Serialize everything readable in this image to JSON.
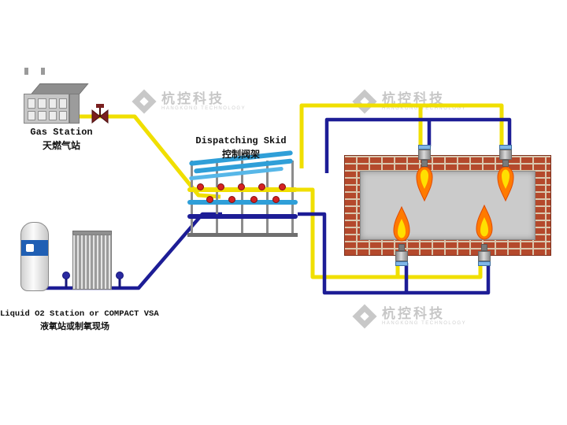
{
  "diagram": {
    "gas_station": {
      "label_en": "Gas Station",
      "label_zh": "天燃气站"
    },
    "dispatching_skid": {
      "label_en": "Dispatching Skid",
      "label_zh": "控制阀架"
    },
    "o2_station": {
      "label_en": "Liquid O2 Station or COMPACT VSA",
      "label_zh": "液氧站或制氧现场"
    },
    "watermark": {
      "brand_zh": "杭控科技",
      "brand_en": "HANGKONG TECHNOLOGY"
    },
    "colors": {
      "gas_pipe_yellow": "#f0df00",
      "oxygen_pipe_navy": "#1d1d96",
      "skid_pipe_blue": "#2f9fd8",
      "valve_red": "#d42222",
      "brick_red": "#b4492c",
      "mortar": "#d9c7ae",
      "furnace_interior_gray": "#cbcbcb",
      "flame_orange": "#ff7a00",
      "flame_yellow": "#ffdf00",
      "tank_band_blue": "#1f5fb4"
    }
  }
}
